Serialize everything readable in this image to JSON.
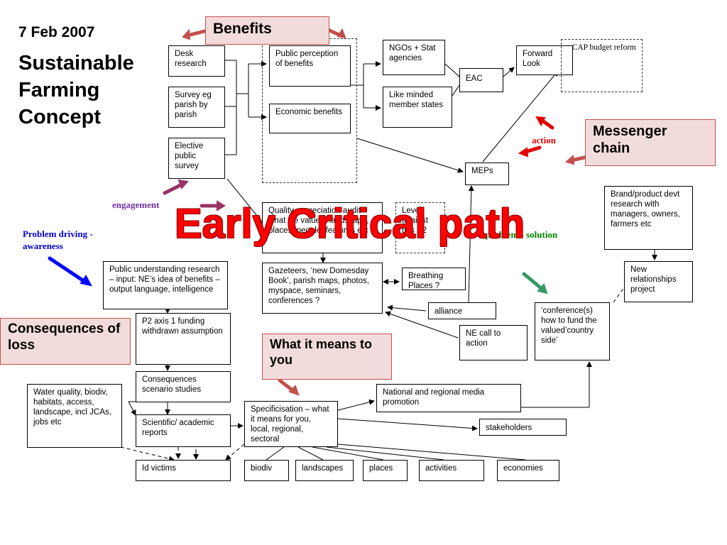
{
  "title": {
    "date": "7 Feb 2007",
    "main": "Sustainable Farming Concept"
  },
  "overlay": "Early Critical path",
  "callouts": {
    "benefits": "Benefits",
    "messenger": "Messenger chain",
    "what_it_means": "What it means to you",
    "consequences": "Consequences of loss"
  },
  "labels": {
    "engagement": "engagement",
    "problem_driving": "Problem driving - awareness",
    "action": "action",
    "problem_solution": "- problem - solution"
  },
  "boxes": {
    "desk_research": "Desk research",
    "survey": "Survey eg parish by parish",
    "elective": "Elective public survey",
    "public_perception": "Public perception of benefits",
    "economic": "Economic benefits",
    "ngos": "NGOs + Stat agencies",
    "like_minded": "Like minded member states",
    "eac": "EAC",
    "forward_look": "Forward Look",
    "cap_budget": "CAP budget reform",
    "meps": "MEPs",
    "brand": "Brand/product devt research with managers, owners, farmers etc",
    "quality": "Quality appreciation audit – what we value – landscape, places, people, features etc",
    "level": "Level against this P2",
    "gazeteers": "Gazeteers, ‘new Domesday Book’, parish maps, photos, myspace, seminars, conferences ?",
    "breathing": "Breathing Places ?",
    "alliance": "alliance",
    "ne_call": "NE call to action",
    "new_relationships": "New relationships project",
    "conference": "‘conference(s) how to fund the valued’country side’",
    "public_understanding": "Public understanding research – input: NE’s idea of benefits – output language, intelligence",
    "p2_axis": "P2 axis 1 funding withdrawn assumption",
    "consequences_scenario": "Consequences scenario studies",
    "water": "Water quality, biodiv, habitats, access, landscape, incl JCAs, jobs etc",
    "scientific": "Scientific/ academic reports",
    "specificisation": "Specificisation – what it means for you, local, regional, sectoral",
    "media": "National and regional media promotion",
    "stakeholders": "stakeholders",
    "id_victims": "Id victims",
    "biodiv": "biodiv",
    "landscapes": "landscapes",
    "places": "places",
    "activities": "activities",
    "economies": "economies"
  },
  "colors": {
    "overlay_red": "#ff0000",
    "callout_fill": "#f2dcdb",
    "callout_border": "#c0504d",
    "arrow_red": "#c0504d",
    "arrow_purple": "#993366",
    "arrow_blue": "#0000ff",
    "arrow_green": "#339966",
    "action_red": "#e00000",
    "label_purple": "#7030a0",
    "label_blue": "#0000cc",
    "label_green": "#008000"
  }
}
